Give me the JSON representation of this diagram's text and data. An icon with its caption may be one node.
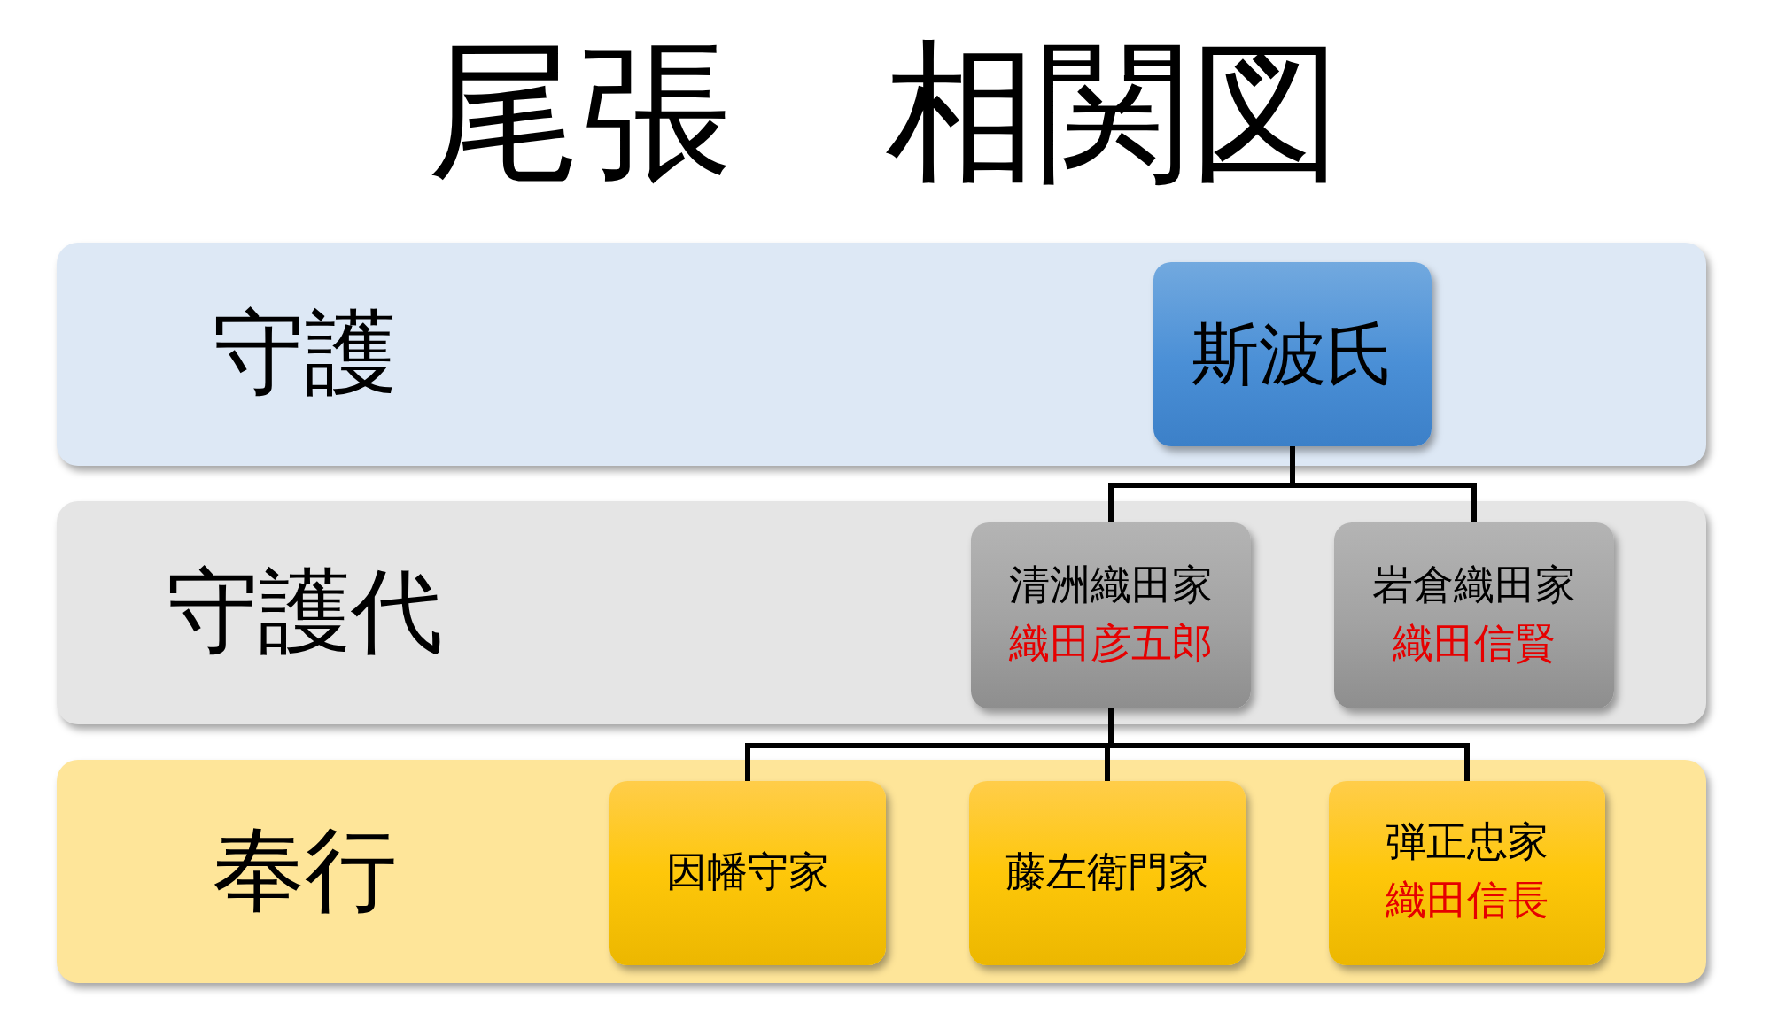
{
  "diagram": {
    "title": "尾張　相関図",
    "nodes": [
      {
        "text": [
          "守護"
        ]
      },
      {
        "text": [
          "斯波氏"
        ],
        "in": 0
      },
      {
        "text": [
          "守護代"
        ]
      },
      {
        "text": [
          "清洲織田家",
          "織田彦五郎"
        ],
        "in": 2
      },
      {
        "text": [
          "岩倉織田家",
          "織田信賢"
        ],
        "in": 2
      },
      {
        "text": [
          "奉行"
        ]
      },
      {
        "text": [
          "因幡守家"
        ],
        "in": 5
      },
      {
        "text": [
          "藤左衛門家"
        ],
        "in": 5
      },
      {
        "text": [
          "弾正忠家",
          "織田信長"
        ],
        "in": 5
      }
    ],
    "edges": [
      {
        "from": 1,
        "to": 3,
        "arrow": "none"
      },
      {
        "from": 1,
        "to": 4,
        "arrow": "none"
      },
      {
        "from": 3,
        "to": 6,
        "arrow": "none"
      },
      {
        "from": 3,
        "to": 7,
        "arrow": "none"
      },
      {
        "from": 3,
        "to": 8,
        "arrow": "none"
      }
    ]
  }
}
